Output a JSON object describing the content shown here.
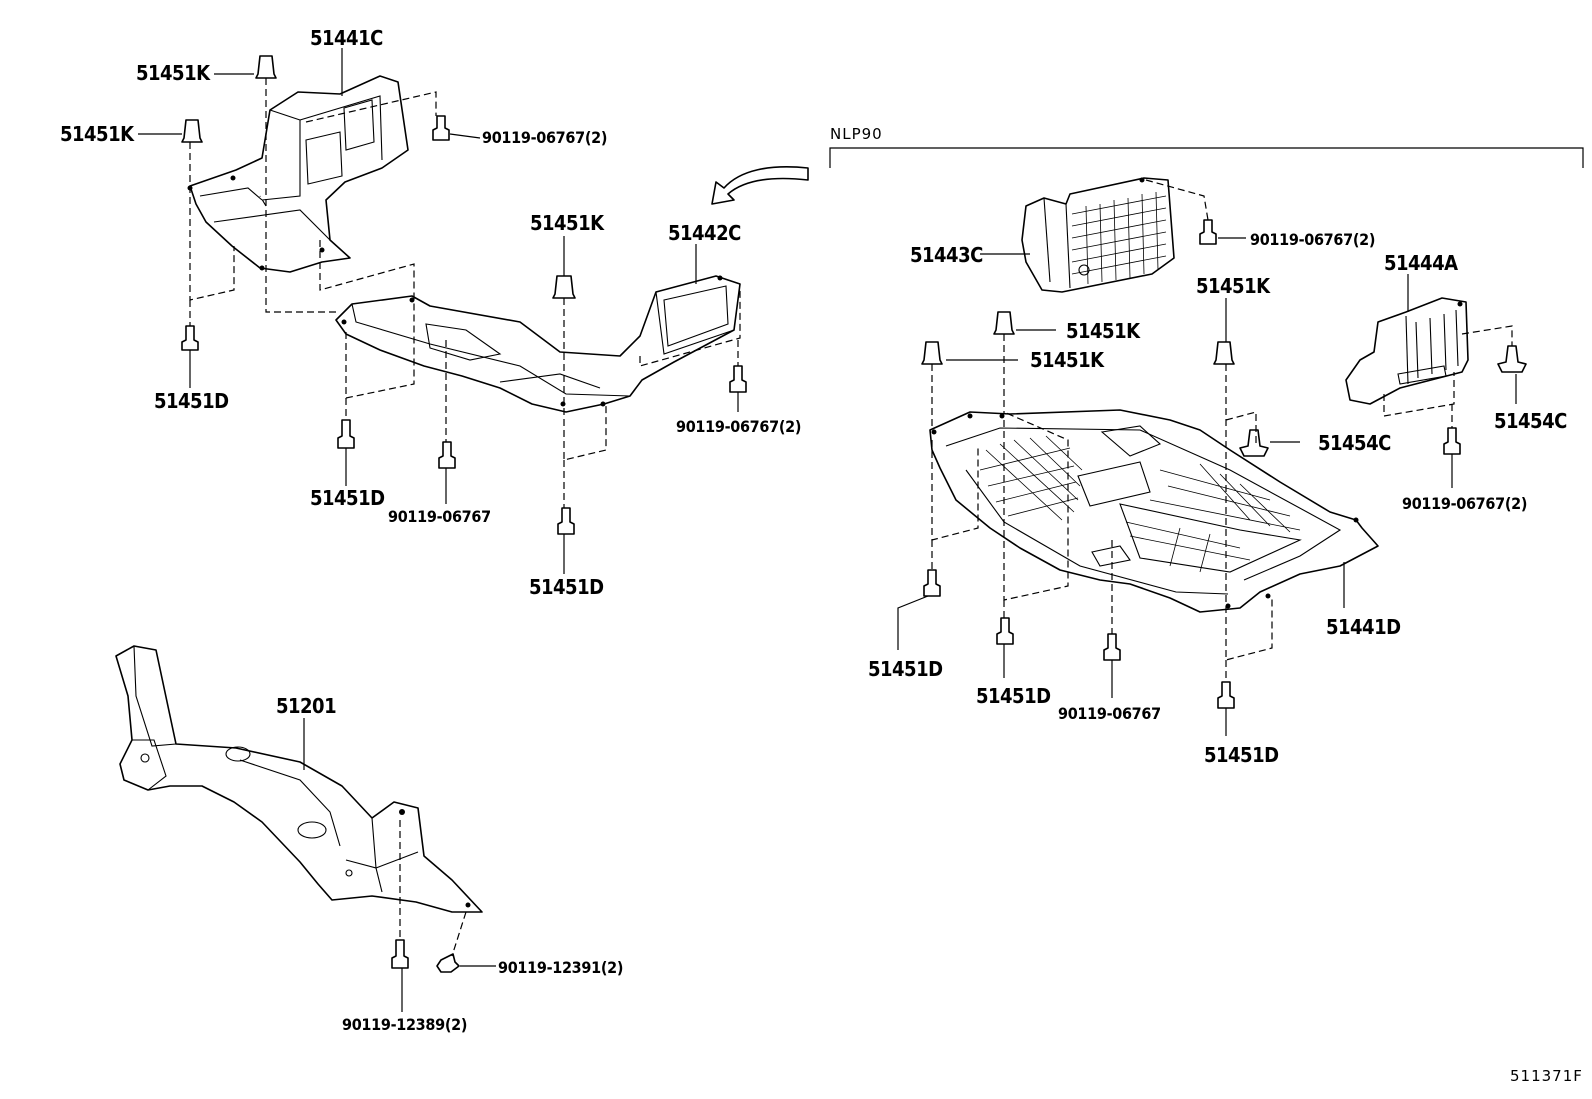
{
  "diagram": {
    "variant_label": "NLP90",
    "figure_number": "511371F",
    "callouts": {
      "c_51441C": "51441C",
      "c_51451K_a": "51451K",
      "c_51451K_b": "51451K",
      "c_90119_06767_2_a": "90119-06767(2)",
      "c_51451D_a": "51451D",
      "c_51451K_c": "51451K",
      "c_51442C": "51442C",
      "c_90119_06767_2_b": "90119-06767(2)",
      "c_51451D_b": "51451D",
      "c_90119_06767_a": "90119-06767",
      "c_51451D_c": "51451D",
      "c_51201": "51201",
      "c_90119_12391_2": "90119-12391(2)",
      "c_90119_12389_2": "90119-12389(2)",
      "c_51443C": "51443C",
      "c_90119_06767_2_c": "90119-06767(2)",
      "c_51451K_d": "51451K",
      "c_51444A": "51444A",
      "c_51451K_e": "51451K",
      "c_51451K_f": "51451K",
      "c_51454C_a": "51454C",
      "c_51454C_b": "51454C",
      "c_90119_06767_2_d": "90119-06767(2)",
      "c_51441D": "51441D",
      "c_51451D_d": "51451D",
      "c_51451D_e": "51451D",
      "c_90119_06767_b": "90119-06767",
      "c_51451D_f": "51451D"
    }
  }
}
